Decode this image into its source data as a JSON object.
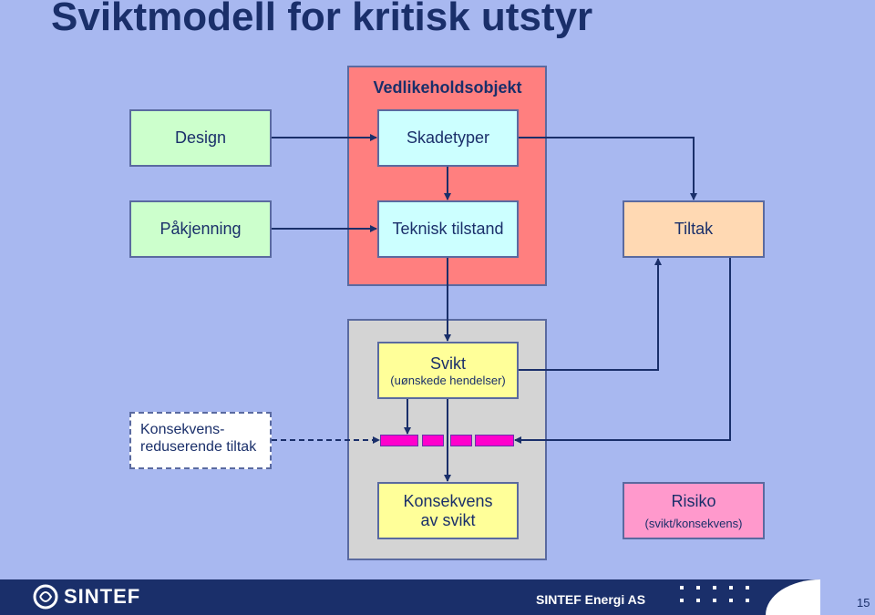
{
  "slide_title": "Sviktmodell for kritisk utstyr",
  "red_panel_title": "Vedlikeholdsobjekt",
  "boxes": {
    "design": "Design",
    "skadetyper": "Skadetyper",
    "pakjenning": "Påkjenning",
    "teknisk_tilstand": "Teknisk tilstand",
    "tiltak": "Tiltak",
    "svikt": "Svikt",
    "svikt_sub": "(uønskede hendelser)",
    "konsekvens_line1": "Konsekvens",
    "konsekvens_line2": "av svikt",
    "risiko": "Risiko",
    "risiko_sub": "(svikt/konsekvens)",
    "konsekvensreduserende_line1": "Konsekvens-",
    "konsekvensreduserende_line2": "reduserende tiltak"
  },
  "footer": {
    "logo_text": "SINTEF",
    "company": "SINTEF Energi AS",
    "page_number": "15"
  },
  "colors": {
    "background": "#a8b8f0",
    "title": "#1a2f6a",
    "red_panel": "#ff7f7f",
    "grey_panel": "#d4d4d4",
    "barrier_segments": "#ff00cc"
  }
}
